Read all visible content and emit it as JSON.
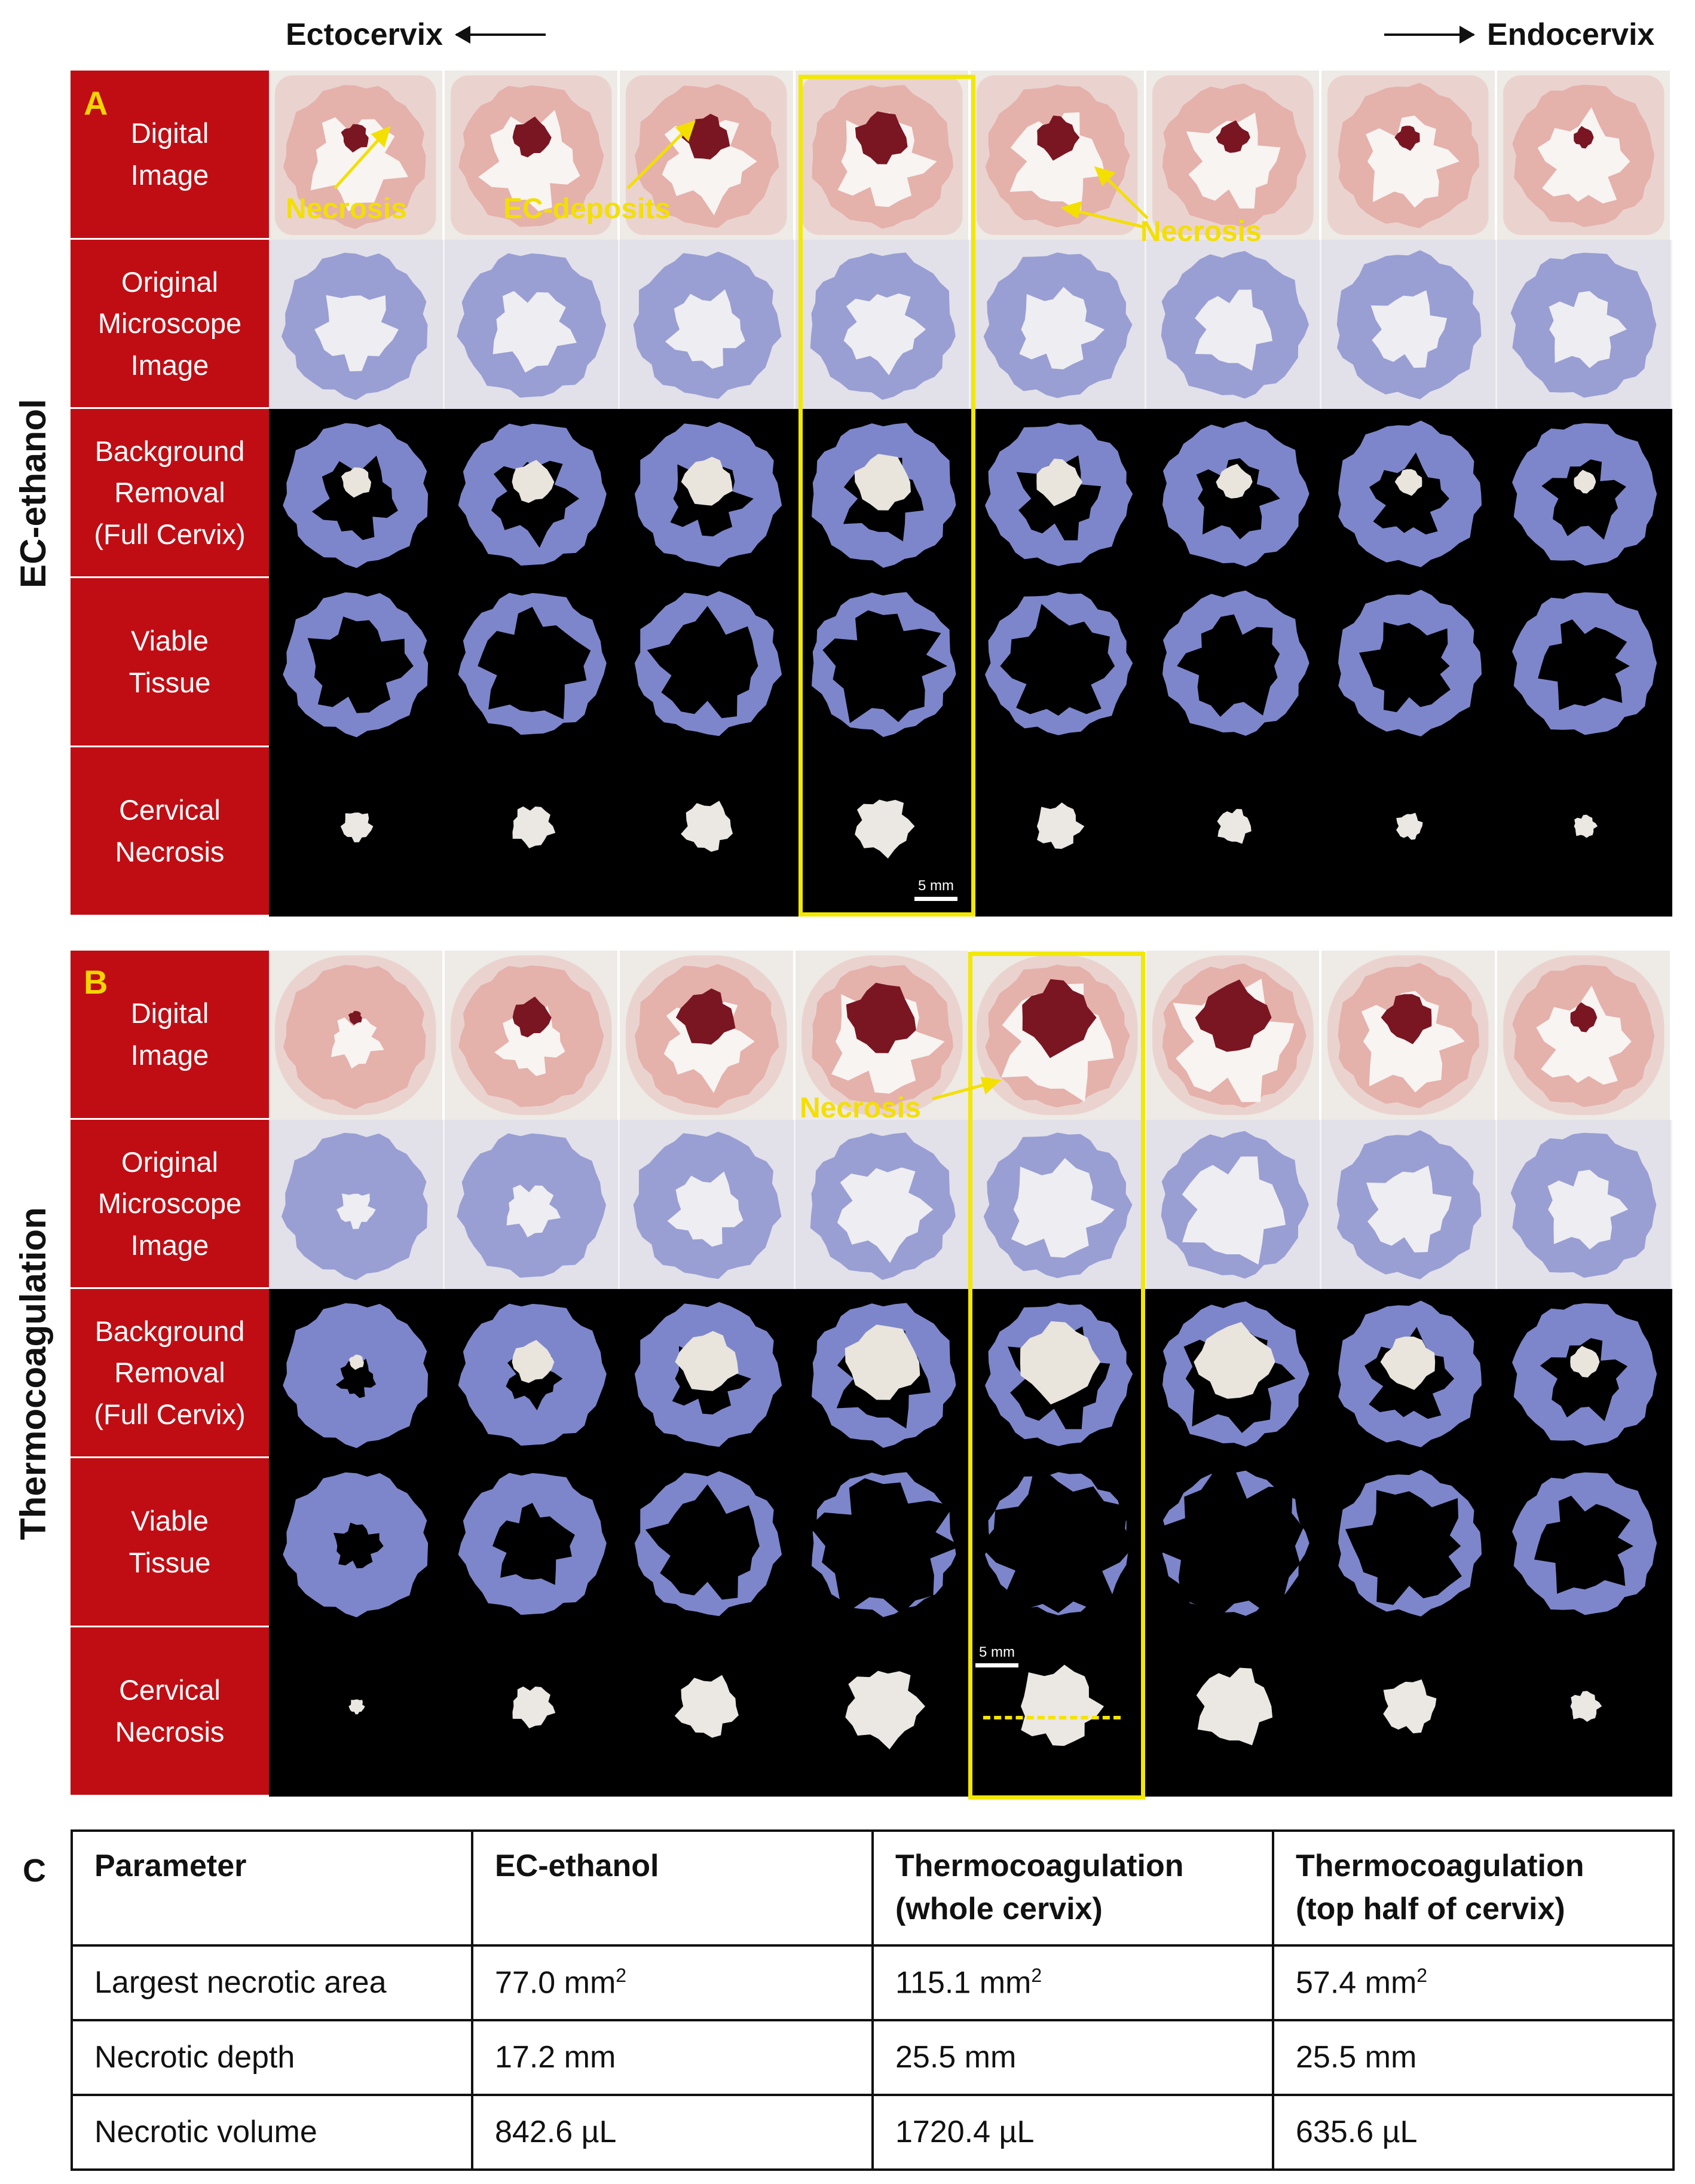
{
  "header": {
    "left": "Ectocervix",
    "right": "Endocervix"
  },
  "side_labels": {
    "top": "EC-ethanol",
    "bottom": "Thermocoagulation"
  },
  "panel_letters": [
    "A",
    "B",
    "C"
  ],
  "row_labels": [
    "Digital\nImage",
    "Original\nMicroscope\nImage",
    "Background\nRemoval\n(Full Cervix)",
    "Viable\nTissue",
    "Cervical\nNecrosis"
  ],
  "annotations": {
    "a_necrosis_left": "Necrosis",
    "a_ec_deposits": "EC-deposits",
    "a_necrosis_right": "Necrosis",
    "b_necrosis": "Necrosis"
  },
  "scale_bar": "5 mm",
  "colors": {
    "label_red": "#c00d14",
    "highlight_yellow": "#f2e800",
    "stain_purple": "#6f78c4",
    "tissue_pink": "#e8a9a2",
    "necrosis_dark": "#7a1622"
  },
  "table": {
    "headers": [
      "Parameter",
      "EC-ethanol",
      "Thermocoagulation\n(whole cervix)",
      "Thermocoagulation\n(top half of cervix)"
    ],
    "rows": [
      {
        "param": "Largest necrotic area",
        "unit_sup": "2",
        "values": [
          "77.0 mm",
          "115.1 mm",
          "57.4 mm"
        ]
      },
      {
        "param": "Necrotic depth",
        "values": [
          "17.2 mm",
          "25.5 mm",
          "25.5 mm"
        ]
      },
      {
        "param": "Necrotic volume",
        "values": [
          "842.6 µL",
          "1720.4 µL",
          "635.6 µL"
        ]
      }
    ]
  }
}
